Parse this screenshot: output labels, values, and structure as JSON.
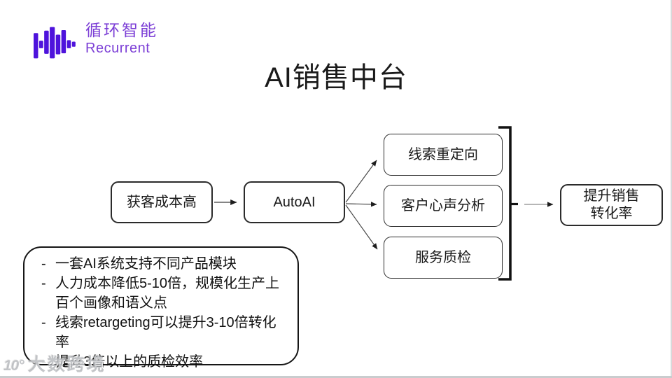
{
  "brand": {
    "name_cn": "循环智能",
    "name_en": "Recurrent",
    "icon_color": "#4e13dc",
    "text_color": "#7c3fd6"
  },
  "title": "AI销售中台",
  "flow": {
    "pain": "获客成本高",
    "engine": "AutoAI",
    "products": [
      "线索重定向",
      "客户心声分析",
      "服务质检"
    ],
    "outcome": {
      "line1": "提升销售",
      "line2": "转化率"
    }
  },
  "notes": {
    "bullet_marker": "-",
    "bullets": [
      "一套AI系统支持不同产品模块",
      "人力成本降低5-10倍，规模化生产上百个画像和语义点",
      "线索retargeting可以提升3-10倍转化率",
      "提升3倍以上的质检效率"
    ]
  },
  "watermark": {
    "icon_text": "10°",
    "text": "大数跨境"
  }
}
